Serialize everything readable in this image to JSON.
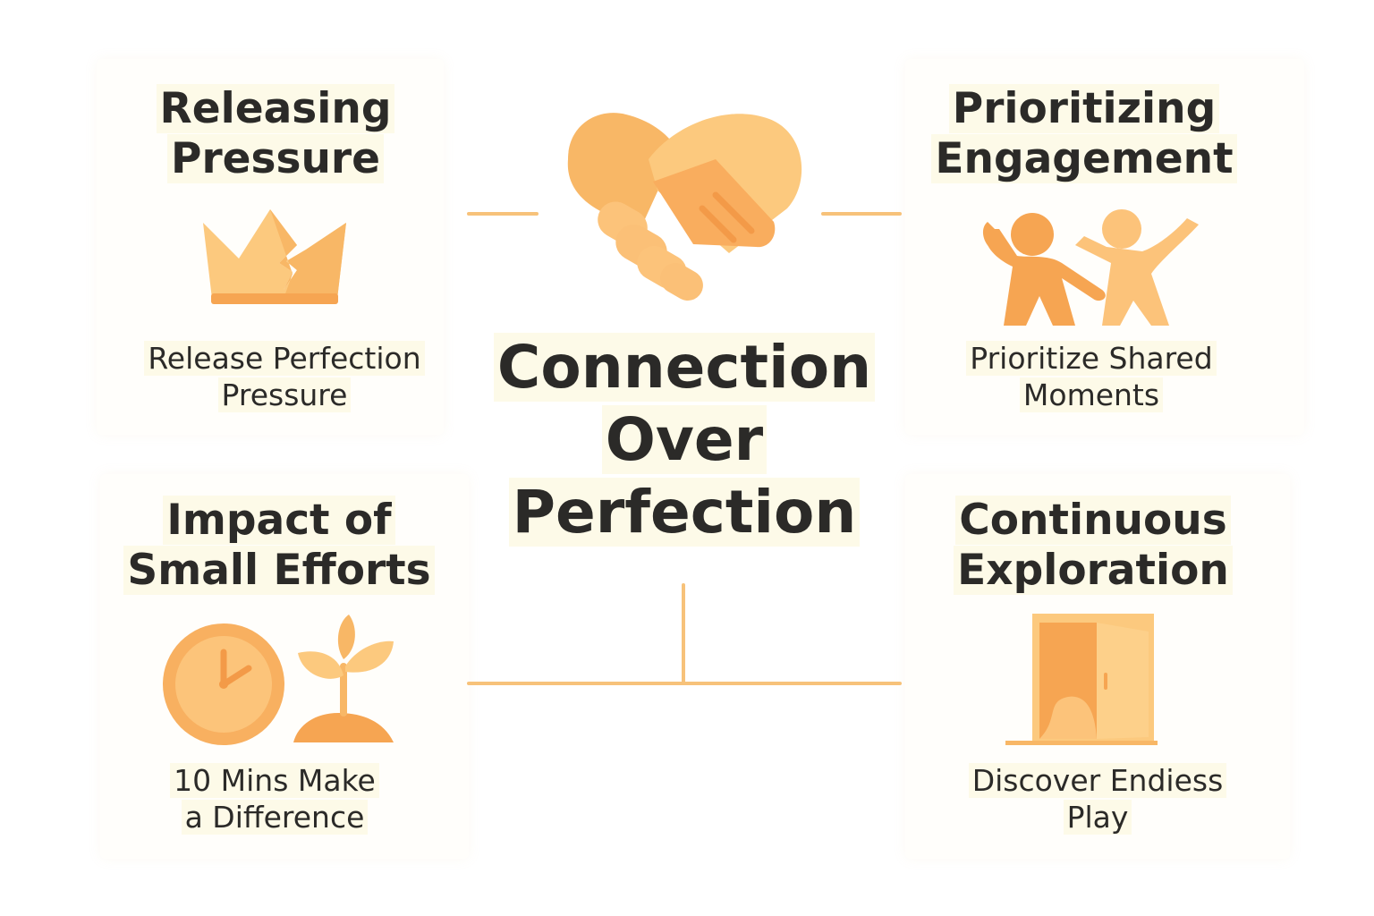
{
  "center": {
    "title_lines": [
      "Connection",
      "Over",
      "Perfection"
    ],
    "icon": "handshake-heart-icon"
  },
  "cards": [
    {
      "id": "releasing-pressure",
      "title_lines": [
        "Releasing",
        "Pressure"
      ],
      "subtitle_lines": [
        "Release Perfection",
        "Pressure"
      ],
      "icon": "broken-crown-icon"
    },
    {
      "id": "prioritizing-engagement",
      "title_lines": [
        "Prioritizing",
        "Engagement"
      ],
      "subtitle_lines": [
        "Prioritize Shared",
        "Moments"
      ],
      "icon": "two-people-playing-icon"
    },
    {
      "id": "impact-small-efforts",
      "title_lines": [
        "Impact of",
        "Small Efforts"
      ],
      "subtitle_lines": [
        "10 Mins Make",
        "a Difference"
      ],
      "icon": "clock-and-sprout-icon"
    },
    {
      "id": "continuous-exploration",
      "title_lines": [
        "Continuous",
        "Exploration"
      ],
      "subtitle_lines": [
        "Discover Endiess",
        "Play"
      ],
      "icon": "open-door-icon"
    }
  ],
  "colors": {
    "accent_dark": "#f6a552",
    "accent_mid": "#f8b766",
    "accent_light": "#fcc97e",
    "connector": "#f7c27a",
    "text": "#2b2a28",
    "highlight": "#fdfae8"
  }
}
